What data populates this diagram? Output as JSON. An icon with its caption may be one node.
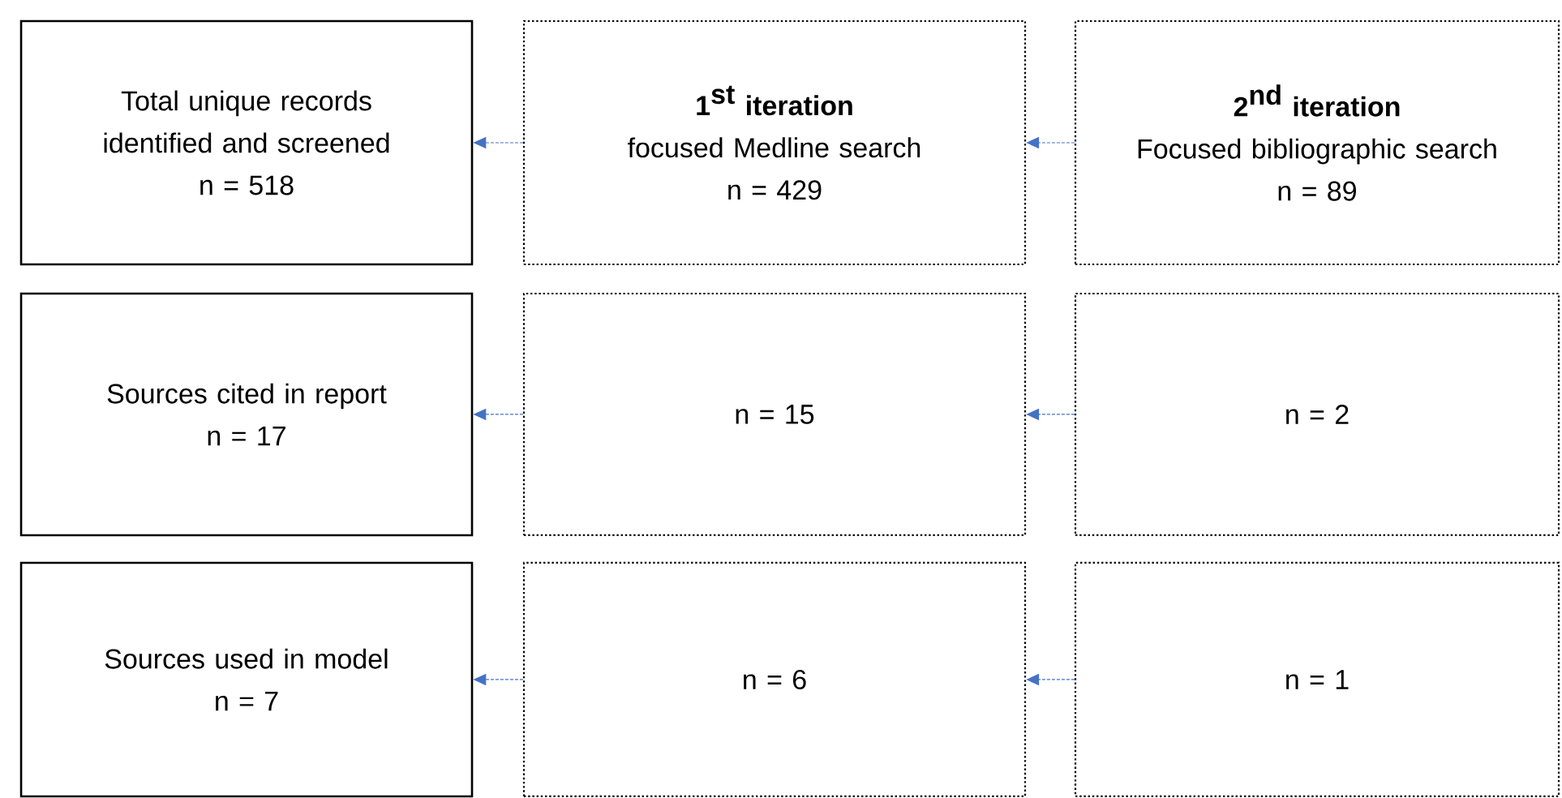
{
  "diagram": {
    "nodes": [
      {
        "text": [
          "Total unique records identified and screened",
          "n = 518"
        ]
      },
      {
        "text": [
          "\\textbf{1}^{\\textbf{st}}\\textbf{ iteration}",
          "focused Medline search",
          "n = 429"
        ]
      },
      {
        "text": [
          "\\textbf{2}^{\\textbf{nd}}\\textbf{ iteration}",
          "Focused bibliographic search",
          "n = 89"
        ]
      },
      {
        "text": [
          "Sources cited in report",
          "n = 17"
        ]
      },
      {
        "text": [
          "n = 15"
        ]
      },
      {
        "text": [
          "n = 2"
        ]
      },
      {
        "text": [
          "Sources used in model",
          "n =  7"
        ]
      },
      {
        "text": [
          "n = 6"
        ]
      },
      {
        "text": [
          "n = 1"
        ]
      }
    ],
    "edges": [
      {
        "from": 1,
        "to": 0,
        "arrow": "to",
        "style": "dashed"
      },
      {
        "from": 2,
        "to": 1,
        "arrow": "to",
        "style": "dashed"
      },
      {
        "from": 4,
        "to": 3,
        "arrow": "to",
        "style": "dashed"
      },
      {
        "from": 5,
        "to": 4,
        "arrow": "to",
        "style": "dashed"
      },
      {
        "from": 7,
        "to": 6,
        "arrow": "to",
        "style": "dashed"
      },
      {
        "from": 8,
        "to": 7,
        "arrow": "to",
        "style": "dashed"
      }
    ]
  }
}
